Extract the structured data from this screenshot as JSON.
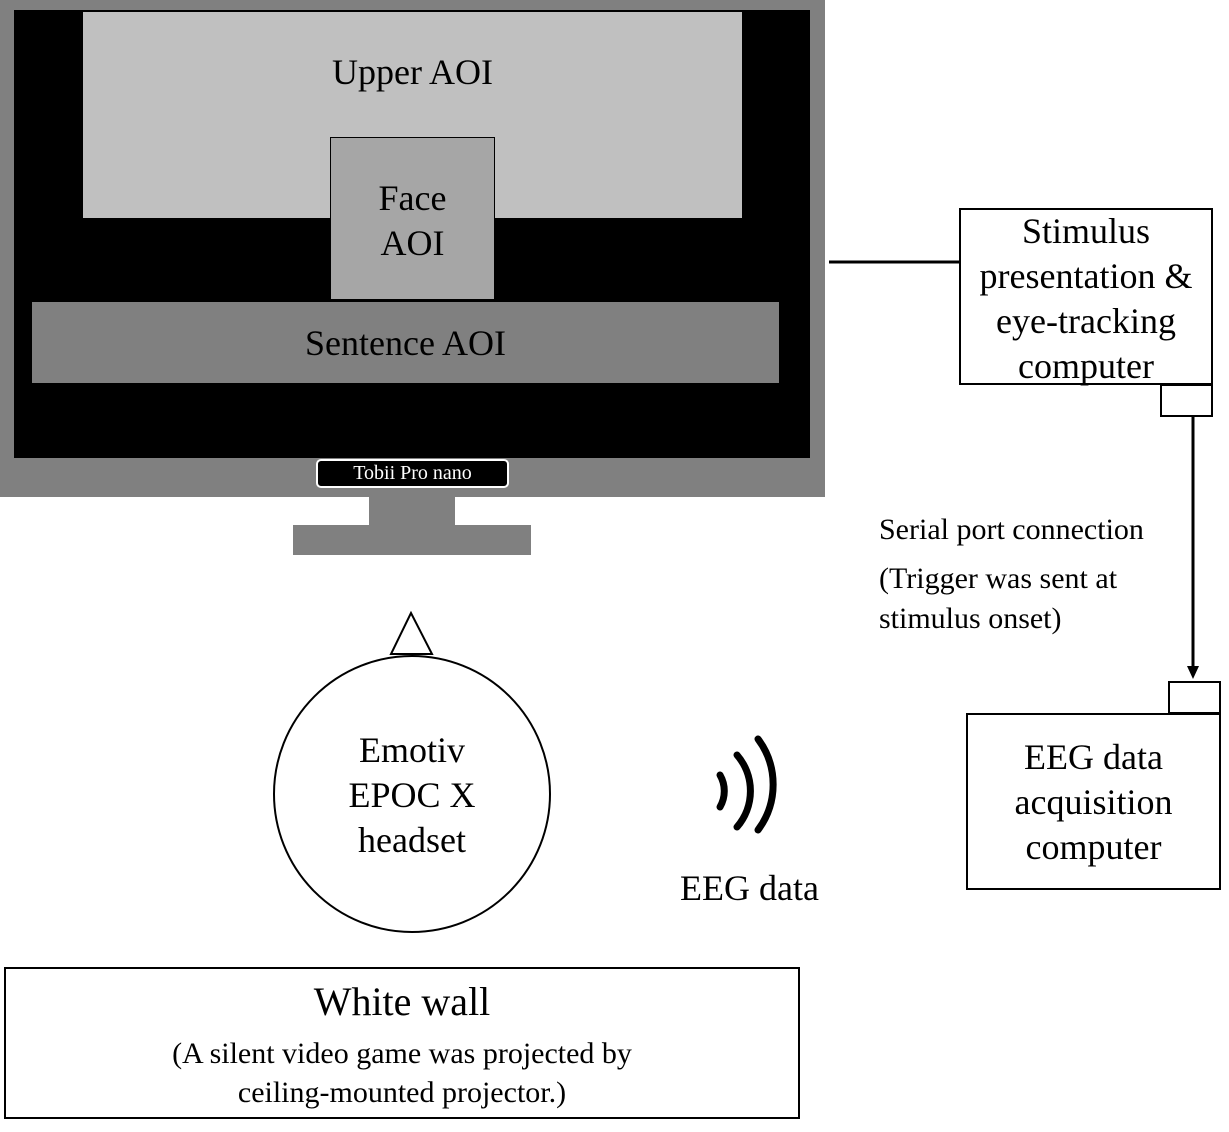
{
  "monitor": {
    "upper_aoi": "Upper AOI",
    "face_aoi_line1": "Face",
    "face_aoi_line2": "AOI",
    "sentence_aoi": "Sentence AOI",
    "eye_tracker": "Tobii Pro nano"
  },
  "stimulus_computer": {
    "line1": "Stimulus",
    "line2": "presentation &",
    "line3": "eye-tracking",
    "line4": "computer"
  },
  "serial_connection": {
    "label": "Serial port connection",
    "note_line1": "(Trigger was sent at",
    "note_line2": "stimulus onset)"
  },
  "eeg_computer": {
    "line1": "EEG data",
    "line2": "acquisition",
    "line3": "computer"
  },
  "headset": {
    "line1": "Emotiv",
    "line2": "EPOC X",
    "line3": "headset"
  },
  "wireless": {
    "icon": "wireless-signal-icon",
    "label": "EEG data"
  },
  "wall": {
    "title": "White wall",
    "note_line1": "(A silent video game was projected by",
    "note_line2": "ceiling-mounted projector.)"
  },
  "colors": {
    "monitor_frame": "#808080",
    "screen": "#000000",
    "upper_aoi": "#c0c0c0",
    "face_aoi": "#a6a6a6",
    "sentence_aoi": "#808080"
  }
}
